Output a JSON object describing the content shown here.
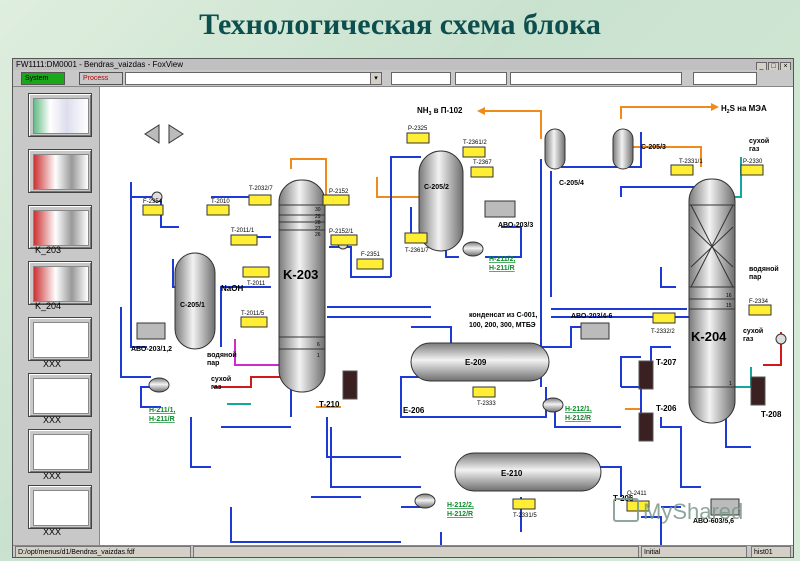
{
  "slide": {
    "title": "Технологическая схема блока"
  },
  "window": {
    "title": "FW1111:DM0001 - Bendras_vaizdas - FoxView",
    "toolbar": {
      "system_label": "System",
      "process_label": "Process"
    }
  },
  "thumbnails": [
    {
      "label": ""
    },
    {
      "label": ""
    },
    {
      "label": "K_203"
    },
    {
      "label": "K_204"
    },
    {
      "label": "XXX"
    },
    {
      "label": "XXX"
    },
    {
      "label": "XXX"
    },
    {
      "label": "XXX"
    }
  ],
  "diagram": {
    "top_outputs": {
      "nh3": "NH",
      "nh3_sub": "3",
      "nh3_rest": " в П-102",
      "h2s": "H",
      "h2s_sub": "2",
      "h2s_rest": "S на МЭА"
    },
    "columns": {
      "k203": "K-203",
      "k204": "K-204"
    },
    "vessels": {
      "c2051": "C-205/1",
      "c2052": "C-205/2",
      "c2053": "C-205/3",
      "c2054": "C-205/4",
      "e209": "E-209",
      "e210": "E-210"
    },
    "heat_exchangers": {
      "t210": "T-210",
      "t207": "T-207",
      "t206a": "T-206",
      "t208": "T-208",
      "t206b": "T-206"
    },
    "air_coolers": {
      "avo2031": "АВО-203/1,2",
      "avo2033": "АВО-203/3",
      "avo20346": "АВО-203/4-6",
      "avo60356": "АВО-603/5,6"
    },
    "pumps": {
      "h2111": "H-211/1,",
      "h2111b": "H-211/R",
      "h2112": "H-211/2,",
      "h2112b": "H-211/R",
      "h2121": "H-212/1,",
      "h2121b": "H-212/R",
      "h2122": "H-212/2,",
      "h2122b": "H-212/R"
    },
    "instruments": {
      "f2354": "F-2354",
      "t2010": "T-2010",
      "t20327": "T-2032/7",
      "p2152": "P-2152",
      "t20111": "T-2011/1",
      "p21521": "P-2152/1",
      "f2351": "F-2351",
      "t2011": "T-2011",
      "t20115": "T-2011/5",
      "p2325": "P-2325",
      "t23612": "T-2361/2",
      "t2367": "T-2367",
      "t23617": "T-2361/7",
      "t23311": "T-2331/1",
      "p2330": "P-2330",
      "f2334": "F-2334",
      "t23322": "T-2332/2",
      "t2333": "T-2333",
      "q2411": "Q-2411",
      "t23315": "T-2331/5"
    },
    "labels": {
      "naoh": "NaOH",
      "steam_left_1": "водяной",
      "steam_left_2": "пар",
      "dry_gas_left_1": "сухой",
      "dry_gas_left_2": "газ",
      "condensate_1": "конденсат из C-001,",
      "condensate_2": "100, 200, 300, МТБЭ",
      "steam_right_1": "водяной",
      "steam_right_2": "пар",
      "dry_gas_right_1": "сухой",
      "dry_gas_right_2": "газ",
      "dry_gas_top_1": "сухой",
      "dry_gas_top_2": "газ",
      "e206": "E-206",
      "tray_30": "30",
      "tray_29": "29",
      "tray_28": "28",
      "tray_27": "27",
      "tray_26": "26",
      "tray_6": "6",
      "tray_1": "1",
      "tray_16": "16",
      "tray_15": "15",
      "tray_1b": "1"
    }
  },
  "statusbar": {
    "path": "D:/opt/menus/d1/Bendras_vaizdas.fdf",
    "mode": "Initial",
    "host": "hist01"
  },
  "watermark": {
    "text": "MyShared"
  }
}
